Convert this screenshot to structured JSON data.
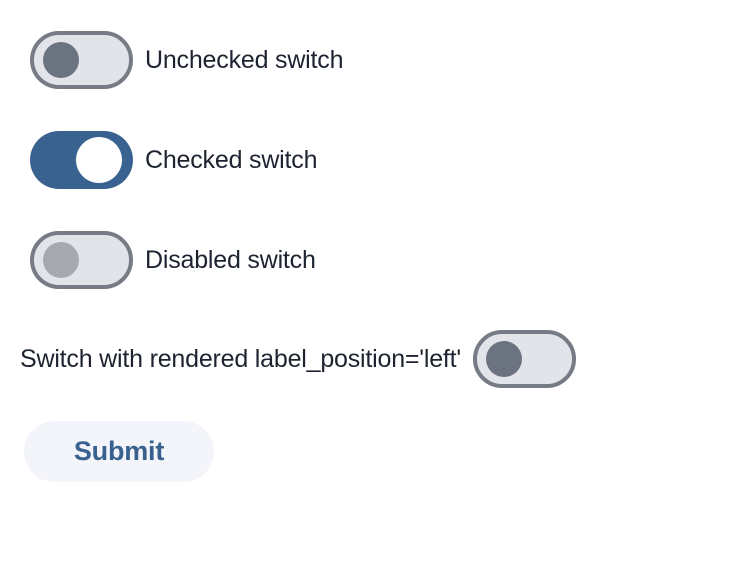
{
  "colors": {
    "page_bg": "#ffffff",
    "track_unchecked": "#e2e4e9",
    "track_border": "#767b85",
    "track_checked": "#3a6290",
    "thumb_unchecked": "#6b7280",
    "thumb_checked": "#ffffff",
    "thumb_disabled": "#a6a9b0",
    "label_text": "#1d2330",
    "button_bg": "#f3f5fb",
    "button_text": "#38618e"
  },
  "switches": [
    {
      "label": "Unchecked switch",
      "state": "unchecked",
      "label_position": "right"
    },
    {
      "label": "Checked switch",
      "state": "checked",
      "label_position": "right"
    },
    {
      "label": "Disabled switch",
      "state": "disabled",
      "label_position": "right"
    },
    {
      "label": "Switch with rendered label_position='left'",
      "state": "unchecked",
      "label_position": "left"
    }
  ],
  "button": {
    "label": "Submit"
  }
}
